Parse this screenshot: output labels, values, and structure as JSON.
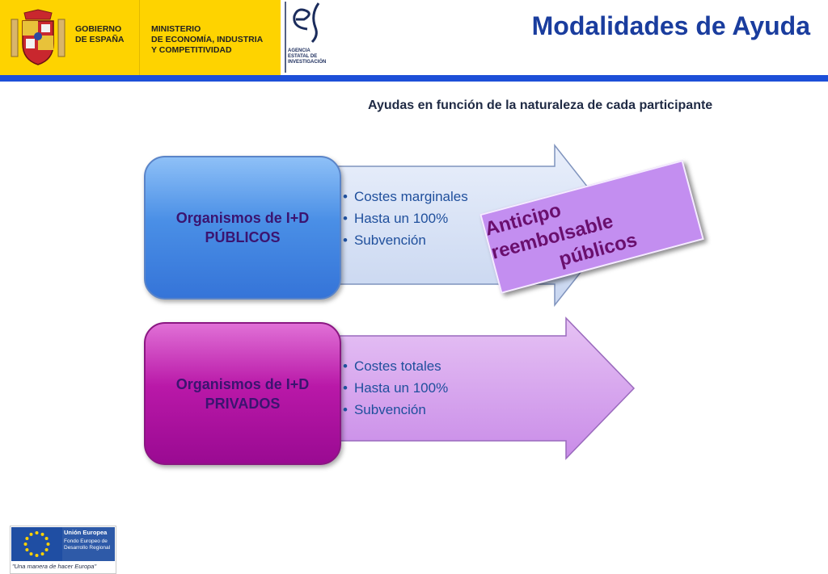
{
  "header": {
    "gov_line1": "GOBIERNO",
    "gov_line2": "DE ESPAÑA",
    "ministry_line1": "MINISTERIO",
    "ministry_line2": "DE ECONOMÍA, INDUSTRIA",
    "ministry_line3": "Y COMPETITIVIDAD",
    "agency_line1": "AGENCIA",
    "agency_line2": "ESTATAL DE",
    "agency_line3": "INVESTIGACIÓN",
    "title": "Modalidades de Ayuda"
  },
  "subtitle": "Ayudas en función de la naturaleza de cada participante",
  "public": {
    "label_line1": "Organismos de I+D",
    "label_line2": "PÚBLICOS",
    "items": [
      "Costes marginales",
      "Hasta un 100%",
      "Subvención"
    ]
  },
  "private": {
    "label_line1": "Organismos de I+D",
    "label_line2": "PRIVADOS",
    "items": [
      "Costes totales",
      "Hasta un 100%",
      "Subvención"
    ]
  },
  "stamp": {
    "line1": "Anticipo reembolsable",
    "line2": "públicos"
  },
  "eu": {
    "title": "Unión Europea",
    "fund_line1": "Fondo Europeo de",
    "fund_line2": "Desarrollo Regional",
    "motto": "\"Una manera de hacer Europa\""
  },
  "colors": {
    "title_blue": "#1a3d9e",
    "gov_yellow": "#fed300",
    "header_bar": "#1d4fd8",
    "public_box": "#4a8fe6",
    "private_box": "#b918a8",
    "stamp": "#c38ef0"
  },
  "icons": [
    "coat-of-arms-icon",
    "agency-logo-icon",
    "eu-flag-icon"
  ]
}
